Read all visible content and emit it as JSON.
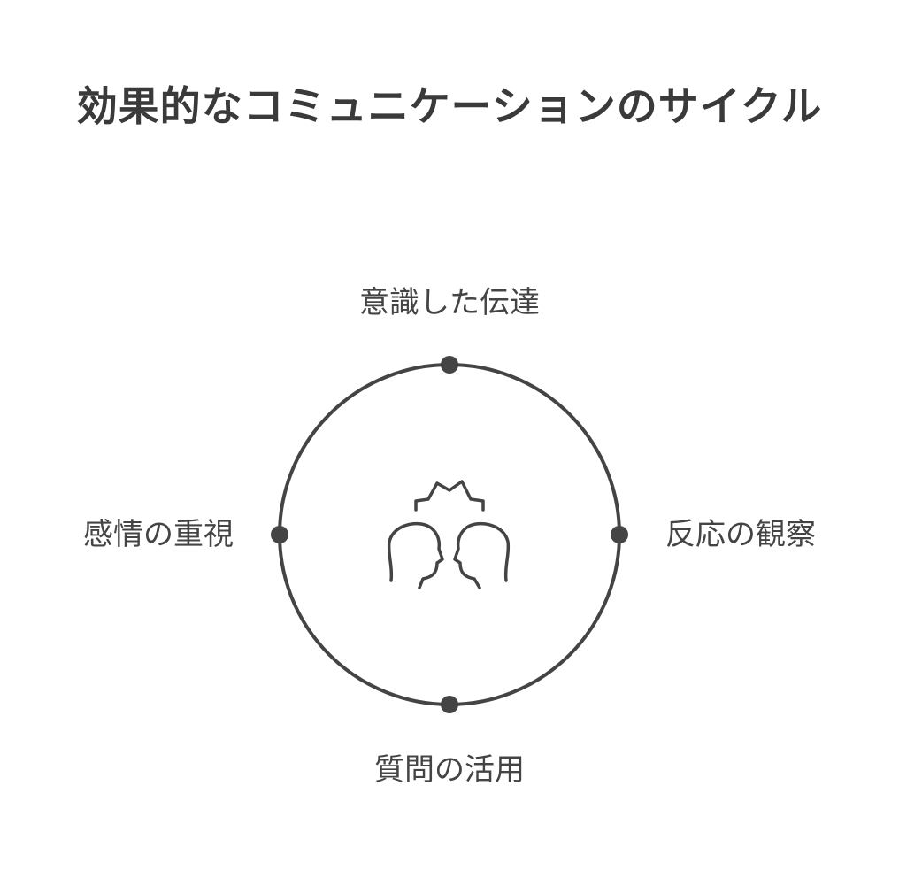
{
  "title": "効果的なコミュニケーションのサイクル",
  "nodes": {
    "top": "意識した伝達",
    "right": "反応の観察",
    "bottom": "質問の活用",
    "left": "感情の重視"
  },
  "center_icon": "two-heads-conversation-icon",
  "colors": {
    "stroke": "#444444",
    "text": "#444444",
    "background": "#ffffff"
  }
}
